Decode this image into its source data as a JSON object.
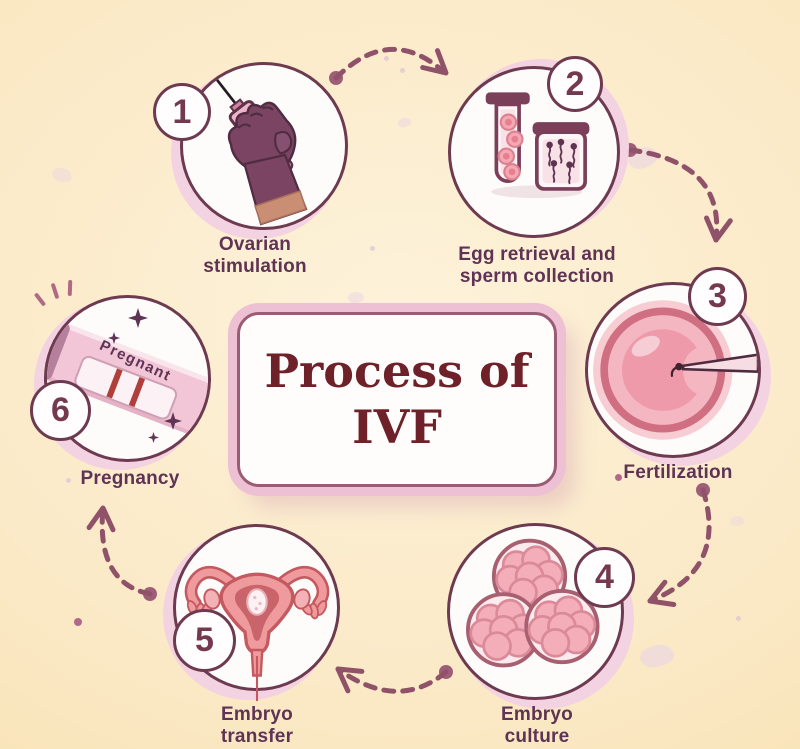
{
  "title": "Process of\nIVF",
  "steps": [
    {
      "number": "1",
      "label": "Ovarian\nstimulation",
      "icon": "syringe-in-gloved-hand"
    },
    {
      "number": "2",
      "label": "Egg retrieval and\nsperm collection",
      "icon": "test-tube-and-sperm-jar"
    },
    {
      "number": "3",
      "label": "Fertilization",
      "icon": "egg-cell-injection"
    },
    {
      "number": "4",
      "label": "Embryo\nculture",
      "icon": "embryo-cell-clusters"
    },
    {
      "number": "5",
      "label": "Embryo\ntransfer",
      "icon": "uterus"
    },
    {
      "number": "6",
      "label": "Pregnancy",
      "icon": "pregnancy-test"
    }
  ],
  "pregnancy_test": {
    "result_text": "Pregnant"
  },
  "colors": {
    "outline": "#6d3a50",
    "badge-text": "#74384f",
    "label-text": "#5f3354",
    "title-text": "#6f2129",
    "arrow": "#8f5268",
    "glow": "#f3d2e1",
    "panel-border": "#9a5c74",
    "panel-ring": "#eec0d3"
  }
}
